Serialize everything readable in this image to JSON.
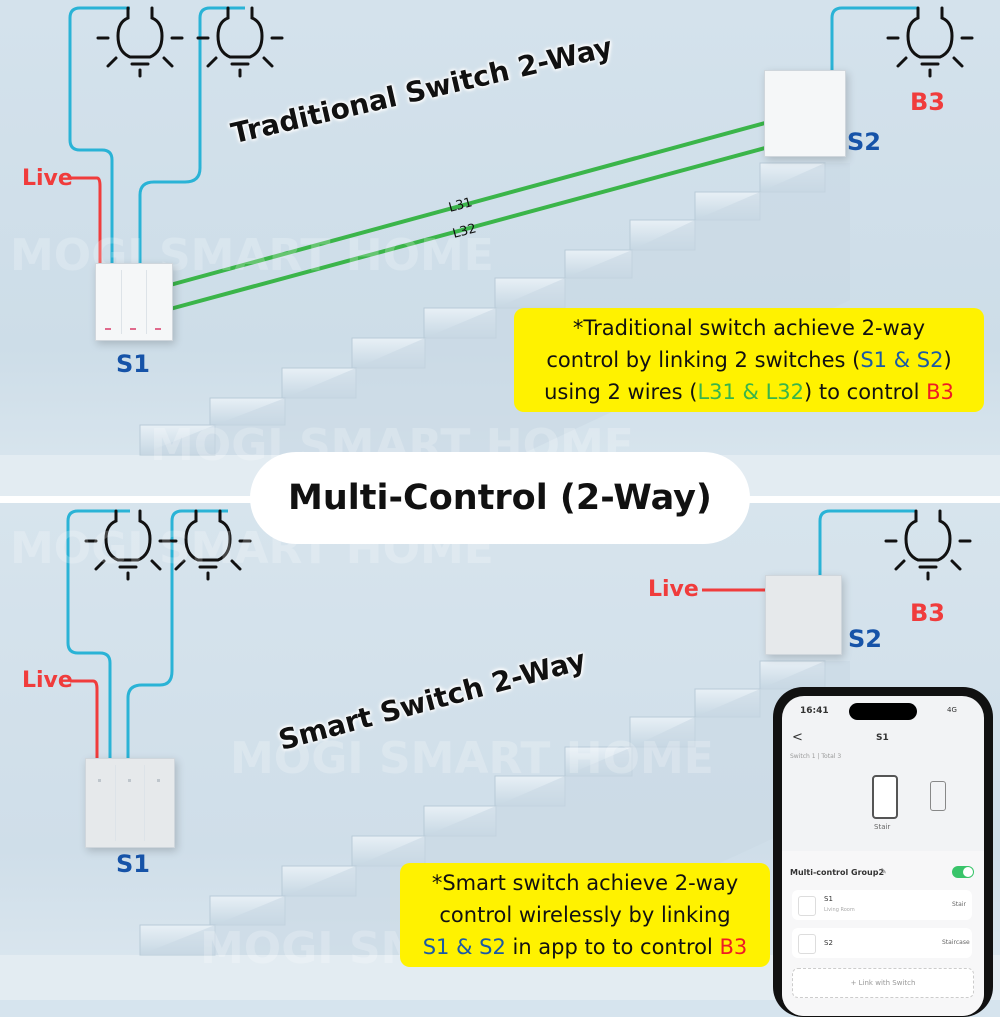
{
  "main_title": "Multi-Control (2-Way)",
  "top": {
    "heading": "Traditional Switch 2-Way",
    "live_label": "Live",
    "s1_label": "S1",
    "s2_label": "S2",
    "b3_label": "B3",
    "wire1_label": "L31",
    "wire2_label": "L32",
    "note_parts": {
      "line1": "*Traditional switch achieve 2-way",
      "line2_a": "control by linking 2 switches (",
      "line2_b": "S1 & S2",
      "line2_c": ")",
      "line3_a": "using 2 wires (",
      "line3_b": "L31 & L32",
      "line3_c": ") to control ",
      "line3_d": "B3"
    }
  },
  "bottom": {
    "heading": "Smart Switch 2-Way",
    "live_label_left": "Live",
    "live_label_right": "Live",
    "s1_label": "S1",
    "s2_label": "S2",
    "b3_label": "B3",
    "note_parts": {
      "line1": "*Smart switch achieve 2-way",
      "line2": "control wirelessly by linking",
      "line3_a": "S1 & S2",
      "line3_b": " in app to to control ",
      "line3_c": "B3"
    }
  },
  "phone": {
    "time": "16:41",
    "status": "4G",
    "back": "<",
    "title": "S1",
    "subtitle": "Switch 1 | Total 3",
    "device_label": "Stair",
    "group_name": "Multi-control Group2",
    "edit_icon": "pencil-icon",
    "toggle_on": true,
    "items": [
      {
        "name": "S1",
        "room": "Living Room",
        "gang": "Stair"
      },
      {
        "name": "S2",
        "room": "",
        "gang": "Staircase"
      }
    ],
    "link_button": "+ Link with Switch"
  },
  "watermark": "MOGI SMART HOME",
  "colors": {
    "live_wire": "#f03c3c",
    "light_wire": "#2ab3d6",
    "traveler_wire": "#3bb54a",
    "note_bg": "#fff200",
    "label_blue": "#1653a8",
    "label_red": "#f03c3c"
  }
}
